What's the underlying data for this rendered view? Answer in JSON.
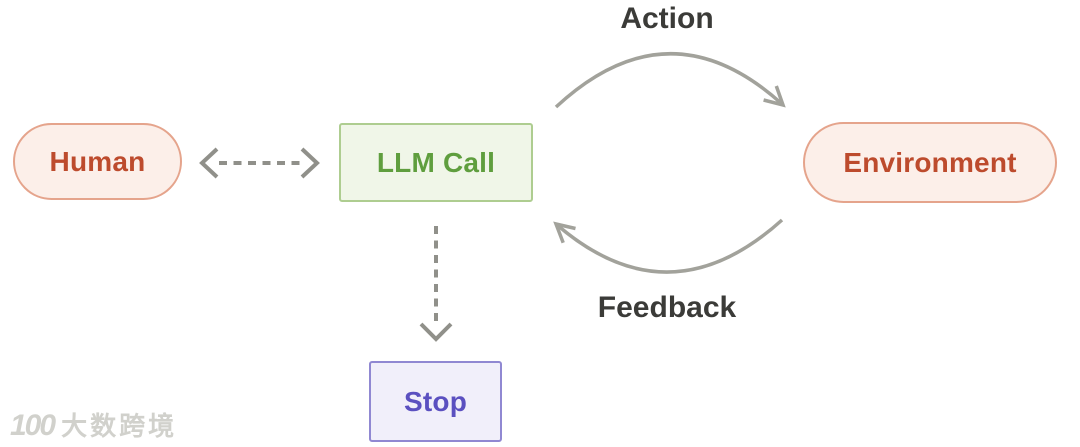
{
  "diagram": {
    "nodes": {
      "human": {
        "label": "Human",
        "shape": "pill",
        "text_color": "#bd4b2d",
        "fill": "#fcefe9",
        "border": "#e5a48c"
      },
      "llm_call": {
        "label": "LLM Call",
        "shape": "rectangle",
        "text_color": "#5f9e3e",
        "fill": "#f0f6e8",
        "border": "#aecd90"
      },
      "environment": {
        "label": "Environment",
        "shape": "pill",
        "text_color": "#bd4b2d",
        "fill": "#fcefe9",
        "border": "#e5a48c"
      },
      "stop": {
        "label": "Stop",
        "shape": "rectangle",
        "text_color": "#5b50c0",
        "fill": "#f1effa",
        "border": "#9088d2"
      }
    },
    "labels": {
      "action": "Action",
      "feedback": "Feedback"
    },
    "colors": {
      "solid_arrow": "#a2a29b",
      "dashed_arrow": "#90908a",
      "label_text": "#3b3b38",
      "background": "#ffffff"
    }
  },
  "watermark": {
    "logo": "100",
    "text": "大数跨境"
  }
}
